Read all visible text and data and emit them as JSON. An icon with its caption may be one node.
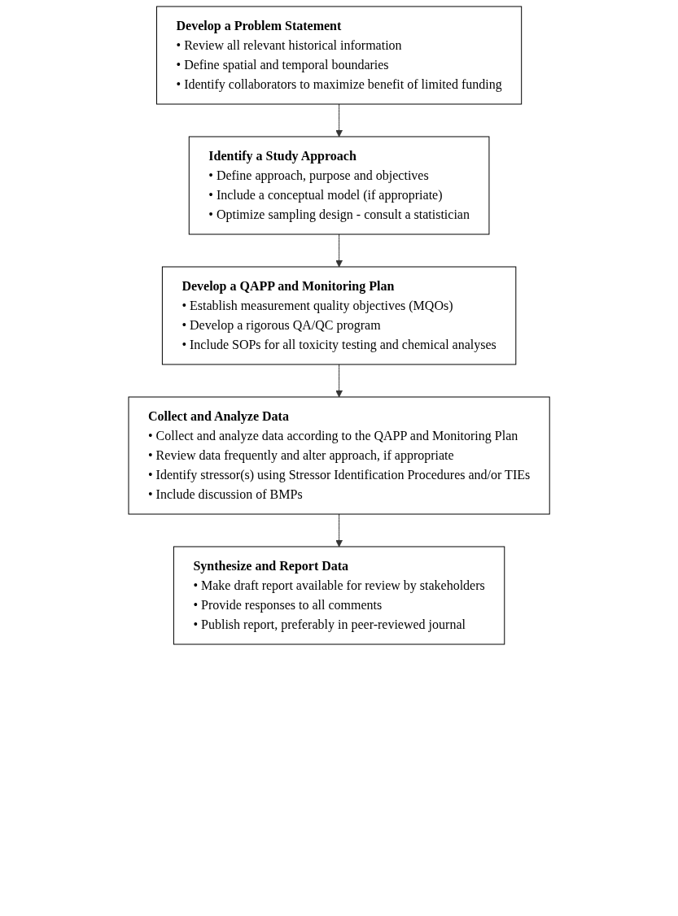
{
  "diagram": {
    "nodes": [
      {
        "text": [
          "Develop a Problem Statement",
          "• Review all relevant historical information",
          "• Define spatial and temporal boundaries",
          "• Identify collaborators to maximize benefit of limited funding"
        ]
      },
      {
        "text": [
          "Identify a Study Approach",
          "• Define approach, purpose and objectives",
          "• Include a conceptual model (if appropriate)",
          "• Optimize sampling design - consult a statistician"
        ]
      },
      {
        "text": [
          "Develop a QAPP and Monitoring Plan",
          "• Establish measurement quality objectives (MQOs)",
          "• Develop a rigorous QA/QC program",
          "• Include SOPs for all toxicity testing and chemical analyses"
        ]
      },
      {
        "text": [
          "Collect and Analyze Data",
          "• Collect and analyze data according to the QAPP and Monitoring Plan",
          "• Review data frequently and alter approach, if appropriate",
          "• Identify stressor(s) using Stressor Identification Procedures and/or TIEs",
          "• Include discussion of BMPs"
        ]
      },
      {
        "text": [
          "Synthesize and Report Data",
          "• Make draft report available for review by stakeholders",
          "• Provide responses to all comments",
          "• Publish report, preferably in peer-reviewed journal"
        ]
      }
    ],
    "edges": [
      {
        "from": 0,
        "to": 1,
        "arrow": "to"
      },
      {
        "from": 1,
        "to": 2,
        "arrow": "to"
      },
      {
        "from": 2,
        "to": 3,
        "arrow": "to"
      },
      {
        "from": 3,
        "to": 4,
        "arrow": "to"
      }
    ]
  }
}
